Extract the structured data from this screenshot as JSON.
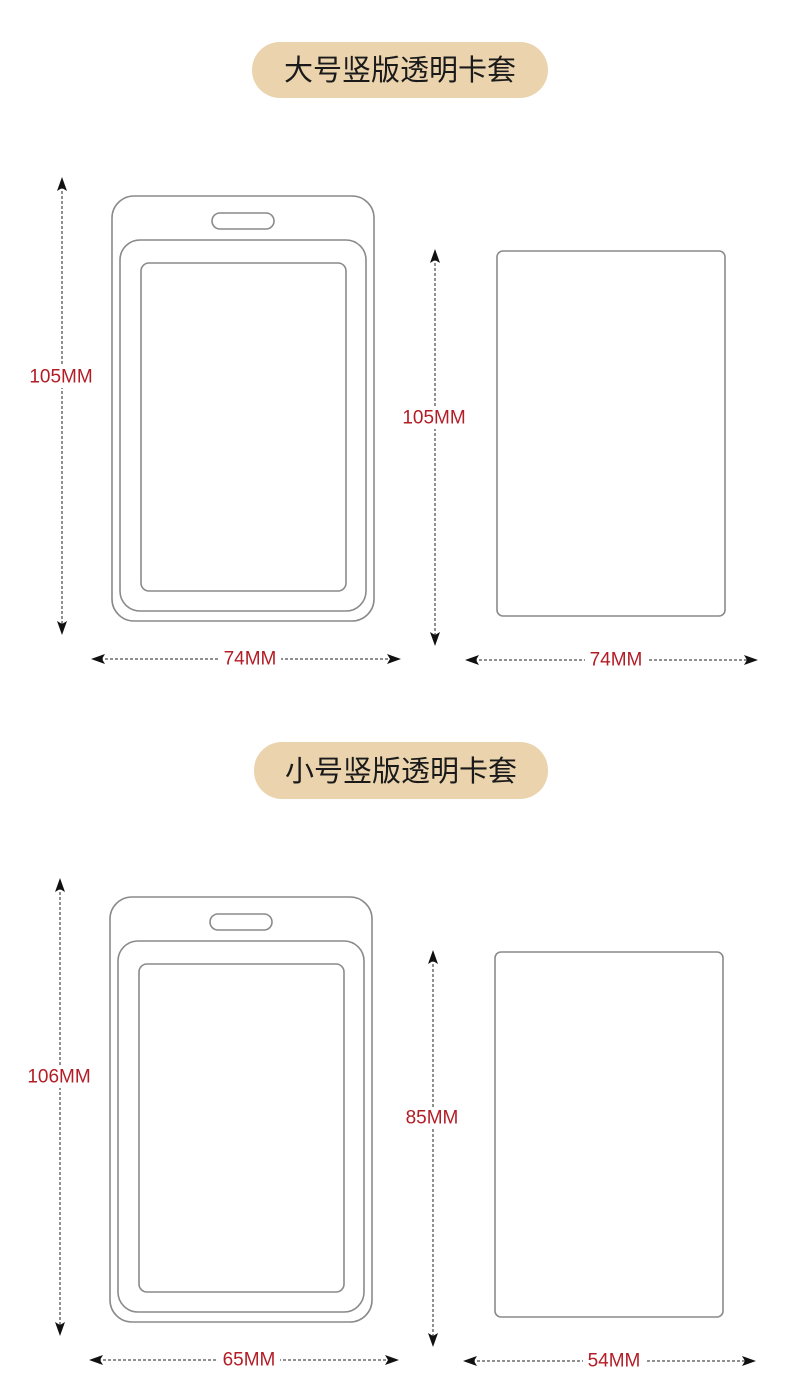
{
  "sections": [
    {
      "title": "大号竖版透明卡套",
      "holder": {
        "height_label": "105MM",
        "width_label": "74MM"
      },
      "card": {
        "height_label": "105MM",
        "width_label": "74MM"
      }
    },
    {
      "title": "小号竖版透明卡套",
      "holder": {
        "height_label": "106MM",
        "width_label": "65MM"
      },
      "card": {
        "height_label": "85MM",
        "width_label": "54MM"
      }
    }
  ],
  "colors": {
    "pill": "#ead3ad",
    "label": "#b31d26",
    "outline": "#8a8a8a"
  }
}
